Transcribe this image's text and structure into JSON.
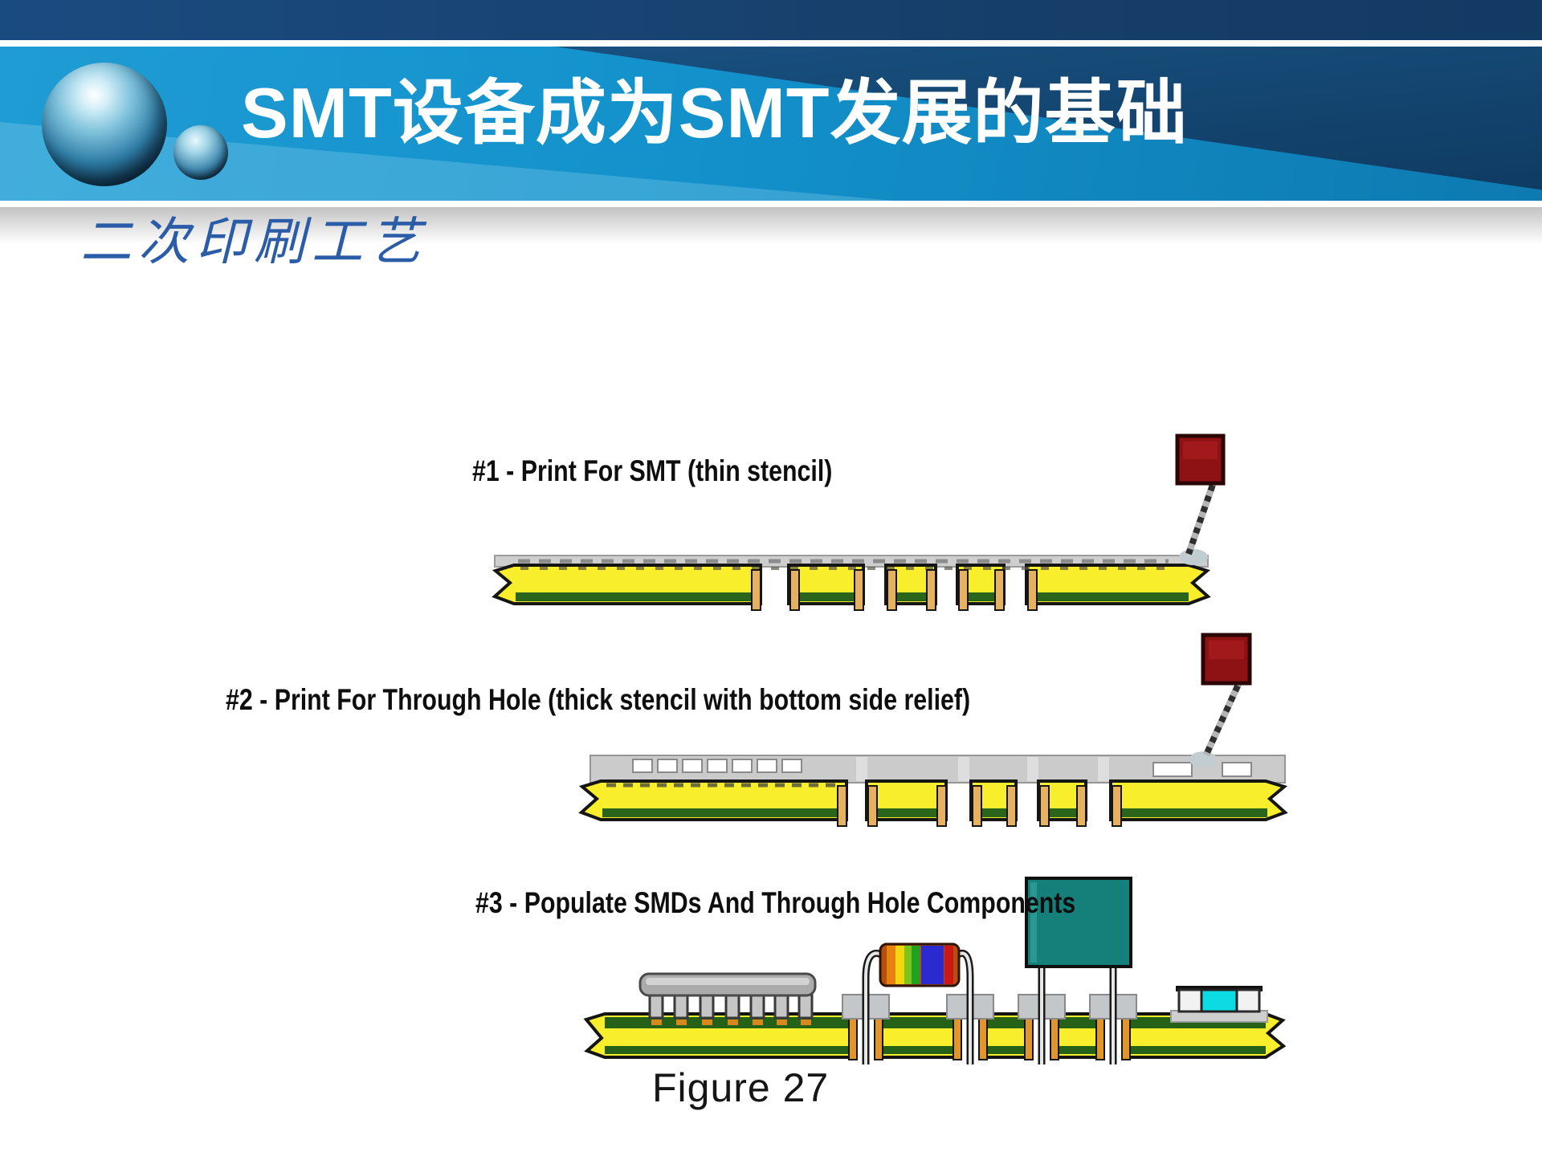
{
  "slide": {
    "header": {
      "title": "SMT设备成为SMT发展的基础"
    },
    "subtitle": "二次印刷工艺",
    "figure": {
      "caption": "Figure 27",
      "steps": [
        {
          "label": "#1 - Print For SMT (thin stencil)"
        },
        {
          "label": "#2 - Print For Through Hole (thick stencil with bottom side relief)"
        },
        {
          "label": "#3 - Populate SMDs And Through Hole Components"
        }
      ]
    },
    "colors": {
      "header_navy": "#173f6b",
      "header_blue": "#1391cb",
      "subtitle_blue": "#2b5ca8",
      "board_yellow": "#f8ee2c",
      "board_green": "#2a651b",
      "hole_plating_tan": "#e6b160",
      "stencil_gray": "#cccccc",
      "squeegee_red": "#8e1113",
      "component_teal": "#15807a",
      "smd_cyan": "#0ddbe4"
    }
  }
}
